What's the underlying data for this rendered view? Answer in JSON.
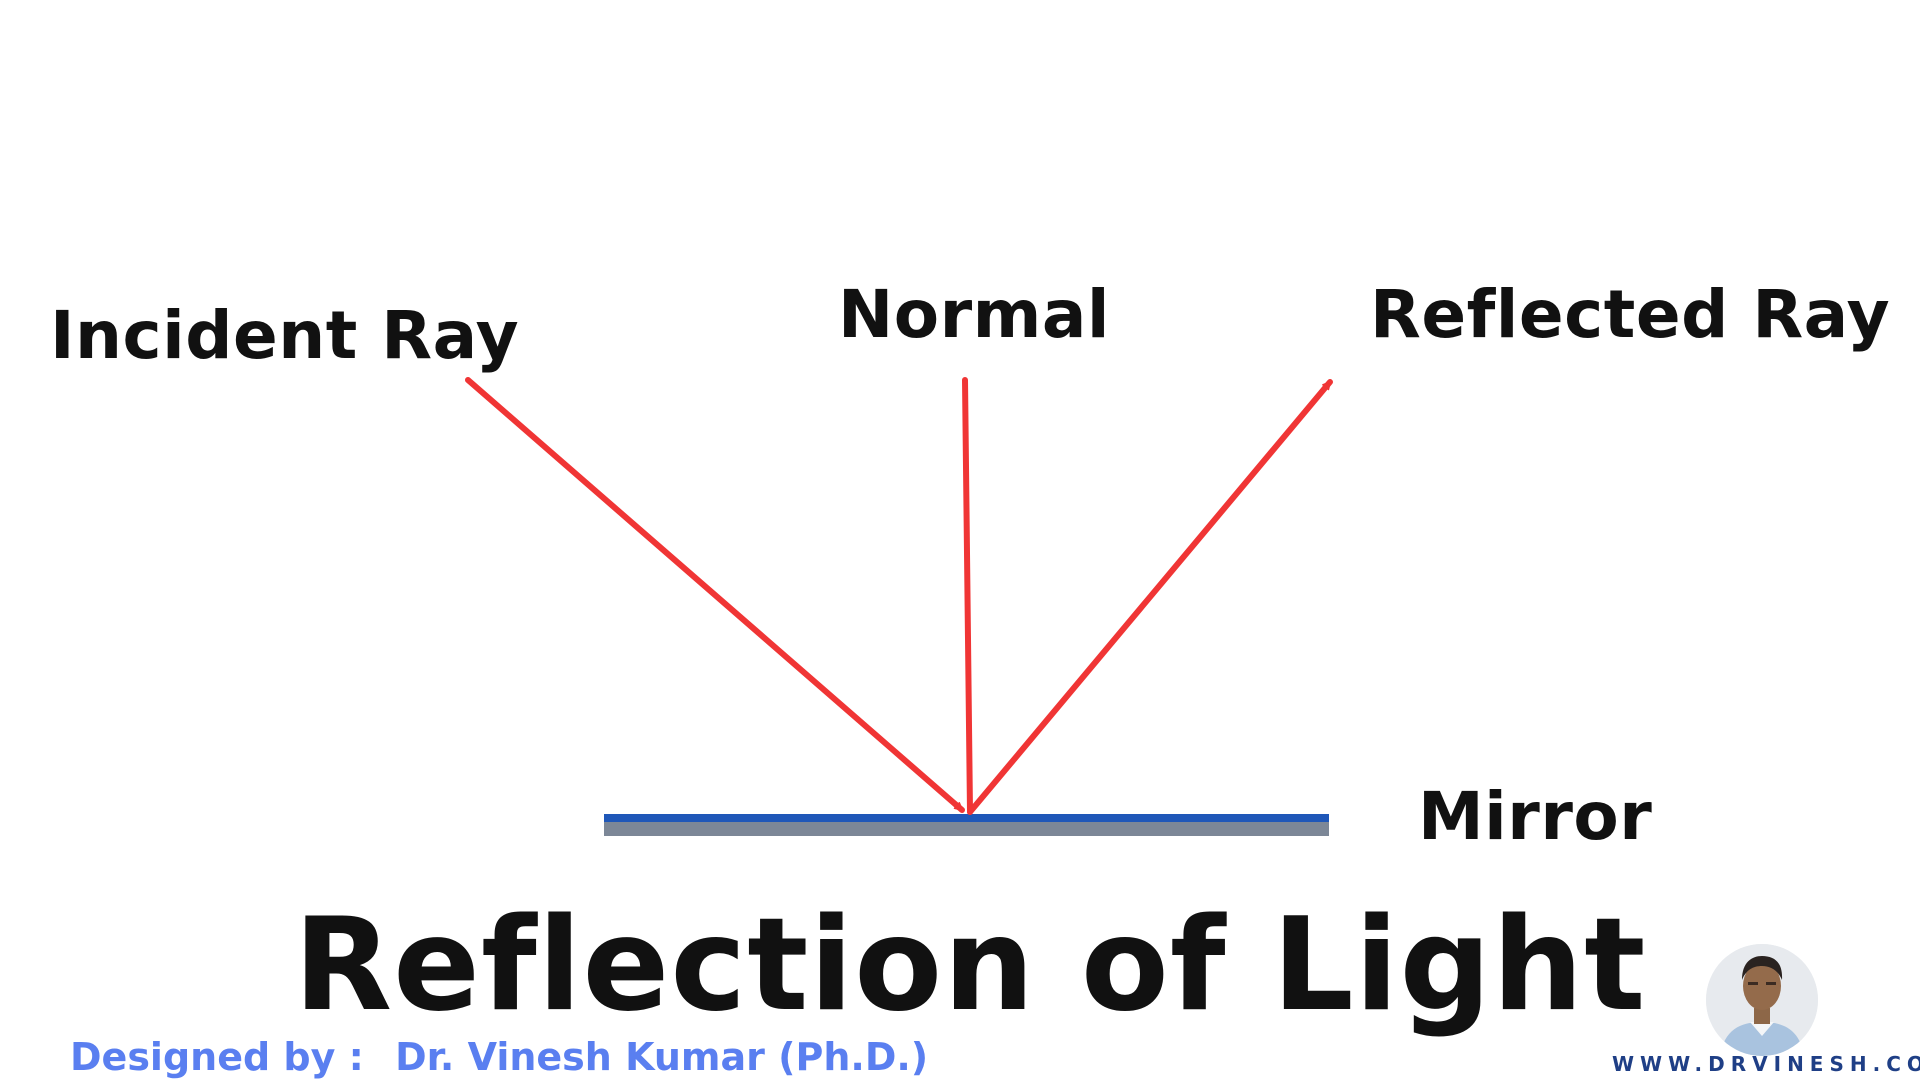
{
  "labels": {
    "incident": "Incident Ray",
    "normal": "Normal",
    "reflected": "Reflected Ray",
    "mirror": "Mirror"
  },
  "title": "Reflection of Light",
  "credit": {
    "prefix": "Designed by :",
    "name": "Dr. Vinesh Kumar (Ph.D.)"
  },
  "website": "WWW.DRVINESH.COM",
  "colors": {
    "ray": "#f03535",
    "mirror_surface": "#1f57b8",
    "mirror_back": "#7c8797",
    "credit_text": "#5a7ff0",
    "website_text": "#1f3f86"
  },
  "avatar_icon": "person-photo-icon"
}
